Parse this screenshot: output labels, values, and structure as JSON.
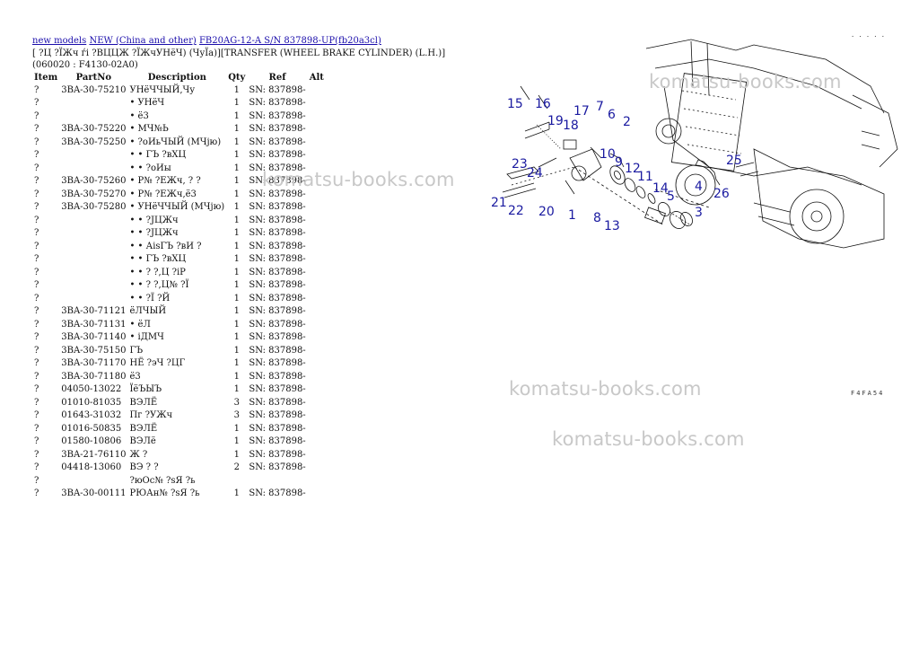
{
  "breadcrumb": {
    "links": [
      "new models",
      "NEW (China and other)",
      "FB20AG-12-A S/N 837898-UP(fb20a3cl)"
    ]
  },
  "subtitle": "[ ?Ц ?ЇЖч ѓi ?ВЦЦЖ ?ЇЖчУНёЧ) (ЧуЇа)][TRANSFER (WHEEL BRAKE CYLINDER) (L.H.)](060020 : F4130-02A0)",
  "table": {
    "headers": [
      "Item",
      "PartNo",
      "Description",
      "Qty",
      "Ref",
      "Alt"
    ],
    "rows": [
      [
        "?",
        "3BA-30-75210",
        "УНёЧЧЫЙ,Чу",
        "1",
        "SN: 837898-"
      ],
      [
        "?",
        "",
        "• УНёЧ",
        "1",
        "SN: 837898-"
      ],
      [
        "?",
        "",
        "• ё3",
        "1",
        "SN: 837898-"
      ],
      [
        "?",
        "3BA-30-75220",
        "• МЧ№Ь",
        "1",
        "SN: 837898-"
      ],
      [
        "?",
        "3BA-30-75250",
        "• ?оИьЧЫЙ (МЧјю)",
        "1",
        "SN: 837898-"
      ],
      [
        "?",
        "",
        "• • ГЪ ?вХЦ",
        "1",
        "SN: 837898-"
      ],
      [
        "?",
        "",
        "• • ?оИы",
        "1",
        "SN: 837898-"
      ],
      [
        "?",
        "3BA-30-75260",
        "• Р№ ?ЕЖч, ? ?",
        "1",
        "SN: 837898-"
      ],
      [
        "?",
        "3BA-30-75270",
        "• Р№ ?ЕЖч,ё3",
        "1",
        "SN: 837898-"
      ],
      [
        "?",
        "3BA-30-75280",
        "• УНёЧЧЫЙ (МЧјю)",
        "1",
        "SN: 837898-"
      ],
      [
        "?",
        "",
        "• • ?ЈЦЖч",
        "1",
        "SN: 837898-"
      ],
      [
        "?",
        "",
        "• • ?ЈЦЖч",
        "1",
        "SN: 837898-"
      ],
      [
        "?",
        "",
        "• • АisГЪ ?вИ ?",
        "1",
        "SN: 837898-"
      ],
      [
        "?",
        "",
        "• • ГЪ ?вХЦ",
        "1",
        "SN: 837898-"
      ],
      [
        "?",
        "",
        "• • ? ?,Ц ?iР",
        "1",
        "SN: 837898-"
      ],
      [
        "?",
        "",
        "• • ? ?,Ц№ ?Ї",
        "1",
        "SN: 837898-"
      ],
      [
        "?",
        "",
        "• • ?Ї ?Й",
        "1",
        "SN: 837898-"
      ],
      [
        "?",
        "3BA-30-71121",
        "ёЛЧЫЙ",
        "1",
        "SN: 837898-"
      ],
      [
        "?",
        "3BA-30-71131",
        "• ёЛ",
        "1",
        "SN: 837898-"
      ],
      [
        "?",
        "3BA-30-71140",
        "• iДМЧ",
        "1",
        "SN: 837898-"
      ],
      [
        "?",
        "3BA-30-75150",
        "ГЪ",
        "1",
        "SN: 837898-"
      ],
      [
        "?",
        "3BA-30-71170",
        "НЁ ?эЧ ?ЦГ",
        "1",
        "SN: 837898-"
      ],
      [
        "?",
        "3BA-30-71180",
        "ё3",
        "1",
        "SN: 837898-"
      ],
      [
        "?",
        "04050-13022",
        "ЇёЪЫЪ",
        "1",
        "SN: 837898-"
      ],
      [
        "?",
        "01010-81035",
        "ВЭЛЁ",
        "3",
        "SN: 837898-"
      ],
      [
        "?",
        "01643-31032",
        "Пг ?УЖч",
        "3",
        "SN: 837898-"
      ],
      [
        "?",
        "01016-50835",
        "ВЭЛЁ",
        "1",
        "SN: 837898-"
      ],
      [
        "?",
        "01580-10806",
        "ВЭЛё",
        "1",
        "SN: 837898-"
      ],
      [
        "?",
        "3BA-21-76110",
        "Ж ?",
        "1",
        "SN: 837898-"
      ],
      [
        "?",
        "04418-13060",
        "ВЭ ? ?",
        "2",
        "SN: 837898-"
      ],
      [
        "?",
        "",
        "?юОс№ ?sЯ ?ь",
        "",
        ""
      ],
      [
        "?",
        "3BA-30-00111",
        "РЮАн№ ?sЯ ?ь",
        "1",
        "SN: 837898-"
      ]
    ]
  },
  "watermarks": [
    "komatsu-books.com",
    "komatsu-books.com",
    "komatsu-books.com",
    "komatsu-books.com"
  ],
  "diagram": {
    "callouts": [
      "15",
      "16",
      "19",
      "18",
      "17",
      "7",
      "6",
      "2",
      "10",
      "9",
      "12",
      "11",
      "14",
      "4",
      "5",
      "3",
      "23",
      "24",
      "21",
      "22",
      "20",
      "1",
      "8",
      "13",
      "25",
      "26"
    ],
    "corner_code": "F4FA54",
    "corner_top": ". . . . ."
  }
}
